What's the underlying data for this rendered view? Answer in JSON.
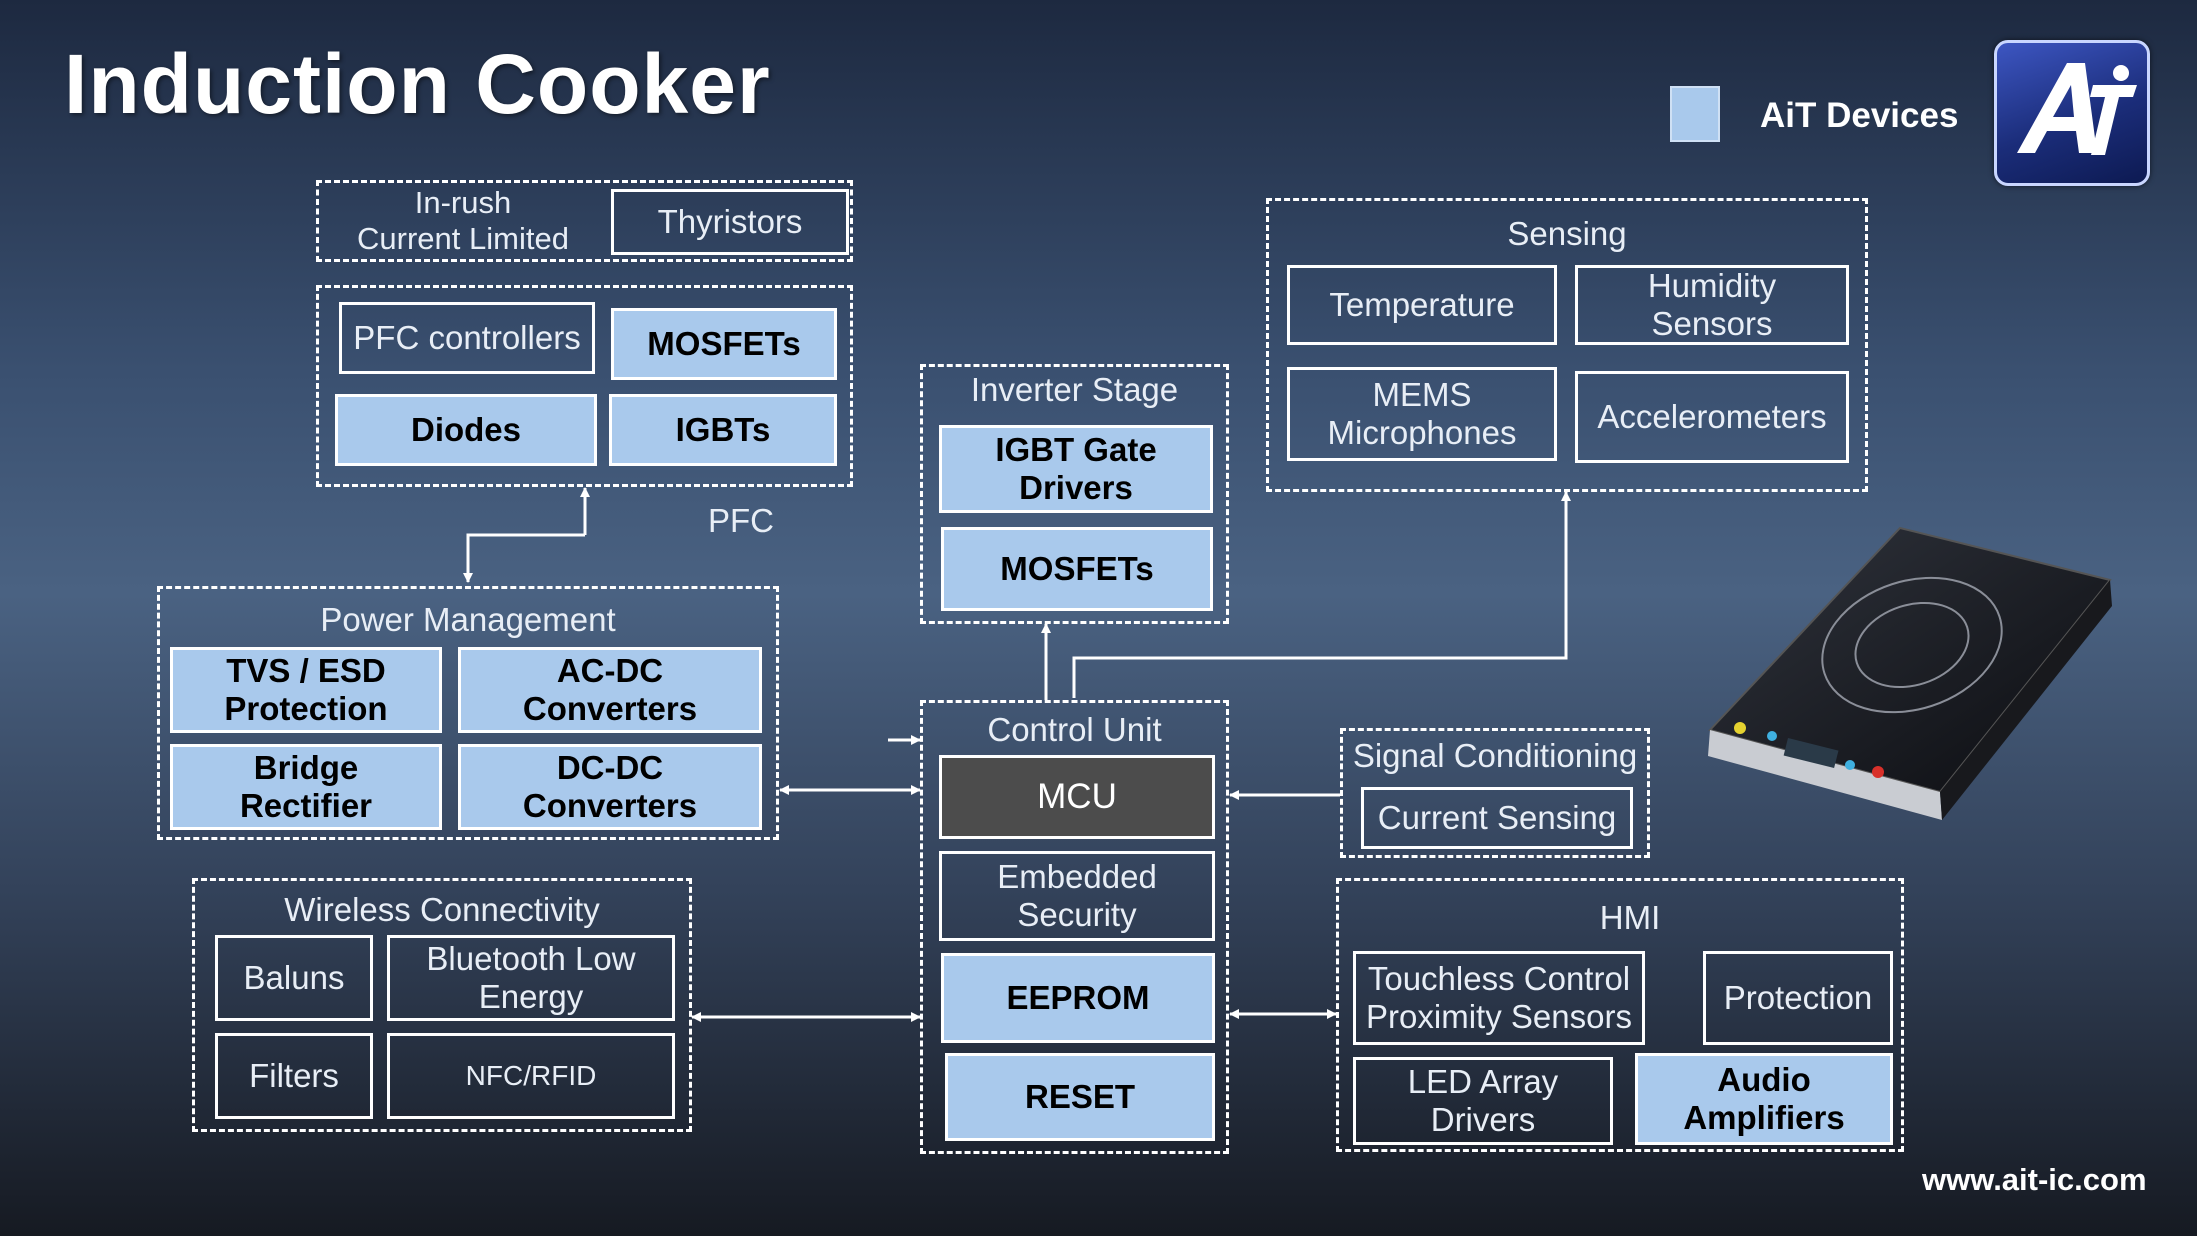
{
  "title": "Induction Cooker",
  "legend": {
    "label": "AiT Devices",
    "color": "#a9c9ec"
  },
  "logo": {
    "text": "Ai",
    "icon": "ait-logo-icon"
  },
  "footer_url": "www.ait-ic.com",
  "pfc_label": "PFC",
  "inrush": {
    "label": "In-rush\nCurrent Limited",
    "thyristors": "Thyristors"
  },
  "pfc": {
    "pfc_controllers": "PFC controllers",
    "mosfets": "MOSFETs",
    "diodes": "Diodes",
    "igbts": "IGBTs"
  },
  "power_management": {
    "label": "Power Management",
    "tvs": "TVS / ESD\nProtection",
    "acdc": "AC-DC\nConverters",
    "bridge": "Bridge\nRectifier",
    "dcdc": "DC-DC\nConverters"
  },
  "inverter": {
    "label": "Inverter Stage",
    "igbt_gate": "IGBT Gate\nDrivers",
    "mosfets": "MOSFETs"
  },
  "sensing": {
    "label": "Sensing",
    "temperature": "Temperature",
    "humidity": "Humidity\nSensors",
    "mems": "MEMS\nMicrophones",
    "accelerometers": "Accelerometers"
  },
  "control_unit": {
    "label": "Control Unit",
    "mcu": "MCU",
    "embedded_security": "Embedded\nSecurity",
    "eeprom": "EEPROM",
    "reset": "RESET"
  },
  "signal_conditioning": {
    "label": "Signal Conditioning",
    "current_sensing": "Current Sensing"
  },
  "wireless": {
    "label": "Wireless Connectivity",
    "baluns": "Baluns",
    "ble": "Bluetooth Low\nEnergy",
    "filters": "Filters",
    "nfc": "NFC/RFID"
  },
  "hmi": {
    "label": "HMI",
    "touchless": "Touchless Control\nProximity Sensors",
    "protection": "Protection",
    "led": "LED Array\nDrivers",
    "audio": "Audio\nAmplifiers"
  }
}
